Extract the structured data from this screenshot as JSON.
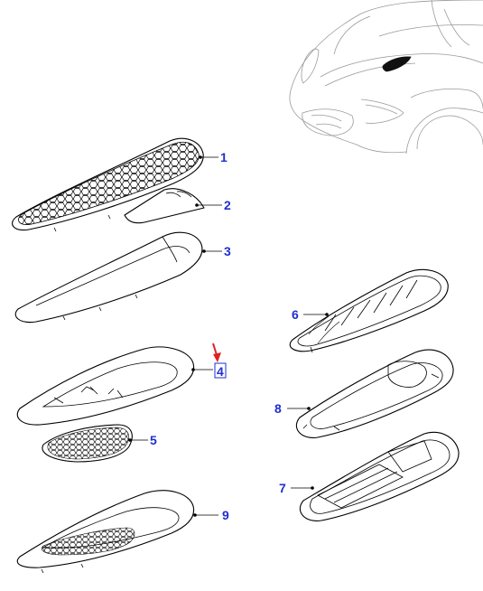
{
  "callouts": {
    "c1": "1",
    "c2": "2",
    "c3": "3",
    "c4": "4",
    "c5": "5",
    "c6": "6",
    "c7": "7",
    "c8": "8",
    "c9": "9"
  },
  "colors": {
    "callout_text": "#1f2fd0",
    "highlight_arrow": "#e02020",
    "line": "#000000",
    "car_reference": "#9a9a9a"
  },
  "icons": {
    "highlight": "red-arrow-icon"
  }
}
